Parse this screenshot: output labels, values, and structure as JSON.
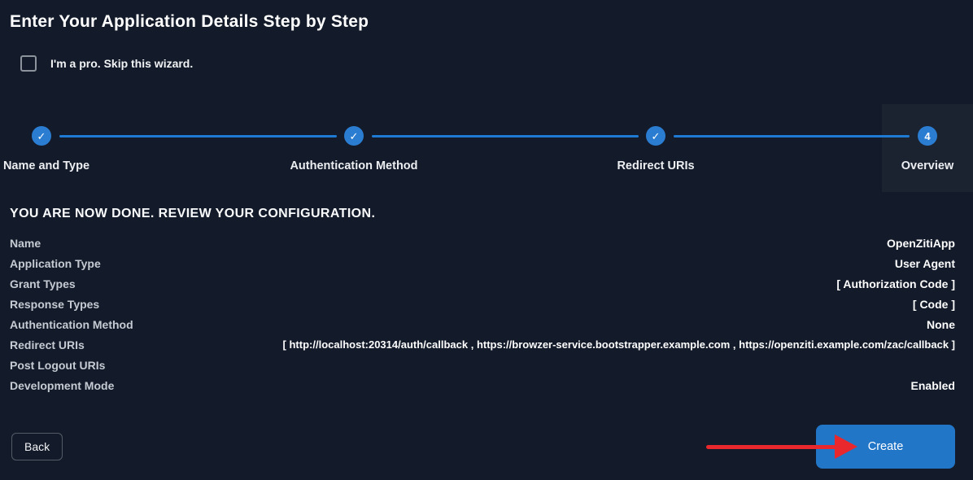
{
  "header": {
    "title": "Enter Your Application Details Step by Step"
  },
  "skip": {
    "label": "I'm a pro. Skip this wizard.",
    "checked": false
  },
  "icons": {
    "check": "✓"
  },
  "stepper": {
    "steps": [
      {
        "label": "Name and Type",
        "state": "done"
      },
      {
        "label": "Authentication Method",
        "state": "done"
      },
      {
        "label": "Redirect URIs",
        "state": "done"
      },
      {
        "label": "Overview",
        "state": "active",
        "number": "4"
      }
    ]
  },
  "review": {
    "heading": "YOU ARE NOW DONE. REVIEW YOUR CONFIGURATION.",
    "rows": [
      {
        "label": "Name",
        "value": "OpenZitiApp"
      },
      {
        "label": "Application Type",
        "value": "User Agent"
      },
      {
        "label": "Grant Types",
        "value": "[ Authorization Code ]"
      },
      {
        "label": "Response Types",
        "value": "[ Code ]"
      },
      {
        "label": "Authentication Method",
        "value": "None"
      },
      {
        "label": "Redirect URIs",
        "value": "[ http://localhost:20314/auth/callback , https://browzer-service.bootstrapper.example.com , https://openziti.example.com/zac/callback ]"
      },
      {
        "label": "Post Logout URIs",
        "value": ""
      },
      {
        "label": "Development Mode",
        "value": "Enabled"
      }
    ]
  },
  "footer": {
    "back_label": "Back",
    "create_label": "Create"
  },
  "colors": {
    "background": "#131b2a",
    "stepper_blue": "#2b7dd2",
    "connector_blue": "#1f7ad3",
    "create_button_blue": "#2276c8",
    "annotation_red": "#e8282d"
  }
}
